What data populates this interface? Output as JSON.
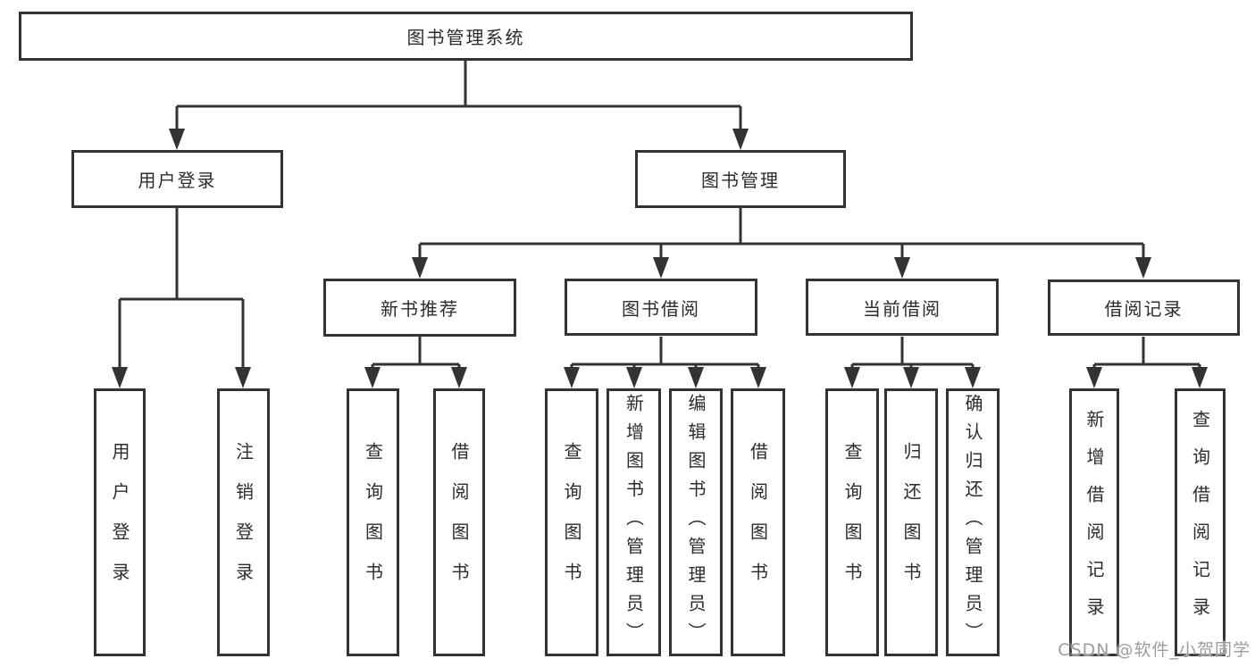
{
  "diagram": {
    "title": "图书管理系统",
    "nodes": {
      "root": "图书管理系统",
      "user_login": "用户登录",
      "book_mgmt": "图书管理",
      "new_book_rec": "新书推荐",
      "book_borrow": "图书借阅",
      "current_borrow": "当前借阅",
      "borrow_records": "借阅记录",
      "login_leaf": "用户登录",
      "logout_leaf": "注销登录",
      "nb_query_books": "查询图书",
      "nb_borrow_books": "借阅图书",
      "bb_query_books": "查询图书",
      "bb_add_books": "新增图书（管理员）",
      "bb_edit_books": "编辑图书（管理员）",
      "bb_borrow_books": "借阅图书",
      "cb_query_books": "查询图书",
      "cb_return_books": "归还图书",
      "cb_confirm_return": "确认归还（管理员）",
      "br_add_record": "新增借阅记录",
      "br_query_record": "查询借阅记录"
    },
    "edges": [
      [
        "root",
        "user_login"
      ],
      [
        "root",
        "book_mgmt"
      ],
      [
        "user_login",
        "login_leaf"
      ],
      [
        "user_login",
        "logout_leaf"
      ],
      [
        "book_mgmt",
        "new_book_rec"
      ],
      [
        "book_mgmt",
        "book_borrow"
      ],
      [
        "book_mgmt",
        "current_borrow"
      ],
      [
        "book_mgmt",
        "borrow_records"
      ],
      [
        "new_book_rec",
        "nb_query_books"
      ],
      [
        "new_book_rec",
        "nb_borrow_books"
      ],
      [
        "book_borrow",
        "bb_query_books"
      ],
      [
        "book_borrow",
        "bb_add_books"
      ],
      [
        "book_borrow",
        "bb_edit_books"
      ],
      [
        "book_borrow",
        "bb_borrow_books"
      ],
      [
        "current_borrow",
        "cb_query_books"
      ],
      [
        "current_borrow",
        "cb_return_books"
      ],
      [
        "current_borrow",
        "cb_confirm_return"
      ],
      [
        "borrow_records",
        "br_add_record"
      ],
      [
        "borrow_records",
        "br_query_record"
      ]
    ]
  },
  "watermark": "CSDN @软件_小贺同学",
  "colors": {
    "line": "#333333",
    "box_border": "#333333",
    "text": "#2c2c2c",
    "watermark": "#9d9d9d",
    "background": "#ffffff"
  }
}
